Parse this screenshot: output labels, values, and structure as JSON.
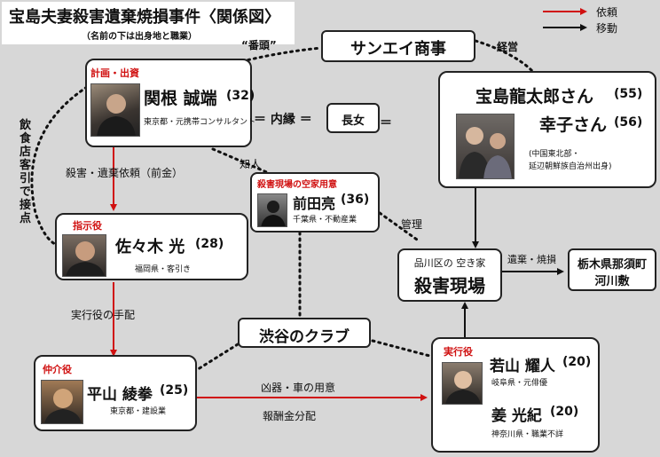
{
  "title": "宝島夫妻殺害遺棄焼損事件〈関係図〉",
  "subtitle": "（名前の下は出身地と職業）",
  "legend": {
    "request": "依頼",
    "move": "移動",
    "request_color": "#d01010",
    "move_color": "#111111"
  },
  "colors": {
    "accent": "#d01010"
  },
  "nodes": {
    "sekine": {
      "role": "計画・出資",
      "name": "関根 誠端",
      "age": "(32)",
      "info": "東京都・元携帯コンサルタント"
    },
    "sasaki": {
      "role": "指示役",
      "name": "佐々木 光",
      "age": "(28)",
      "info": "福岡県・客引き"
    },
    "hirayama": {
      "role": "仲介役",
      "name": "平山 綾拳",
      "age": "(25)",
      "info": "東京都・建設業"
    },
    "maeda": {
      "role": "殺害現場の空家用意",
      "name": "前田亮",
      "age": "(36)",
      "info": "千葉県・不動産業"
    },
    "victims": {
      "name1": "宝島龍太郎さん",
      "age1": "(55)",
      "name2": "幸子さん",
      "age2": "(56)",
      "info1": "(中国東北部・",
      "info2": "延辺朝鮮族自治州出身)"
    },
    "wakayama": {
      "role": "実行役",
      "name1": "若山 耀人",
      "age1": "(20)",
      "info1": "岐阜県・元俳優",
      "name2": "姜 光紀",
      "age2": "(20)",
      "info2": "神奈川県・職業不詳"
    },
    "sanei": {
      "label": "サンエイ商事"
    },
    "daughter": {
      "label": "長女"
    },
    "scene": {
      "line1": "品川区の 空き家",
      "line2": "殺害現場"
    },
    "tochigi": {
      "line1": "栃木県那須町",
      "line2": "河川敷"
    },
    "club": {
      "label": "渋谷のクラブ"
    }
  },
  "edge_labels": {
    "banto": "“番頭”",
    "keiei": "経営",
    "naien": "＝ 内縁 ＝",
    "chijin": "知人",
    "kanri": "管理",
    "irai": "殺害・遺棄依頼（前金）",
    "tehai": "実行役の手配",
    "iki": "遺棄・焼損",
    "kyoki": "凶器・車の用意",
    "hoshu": "報酬金分配",
    "kyakuhiki": "飲食店客引で接点"
  }
}
